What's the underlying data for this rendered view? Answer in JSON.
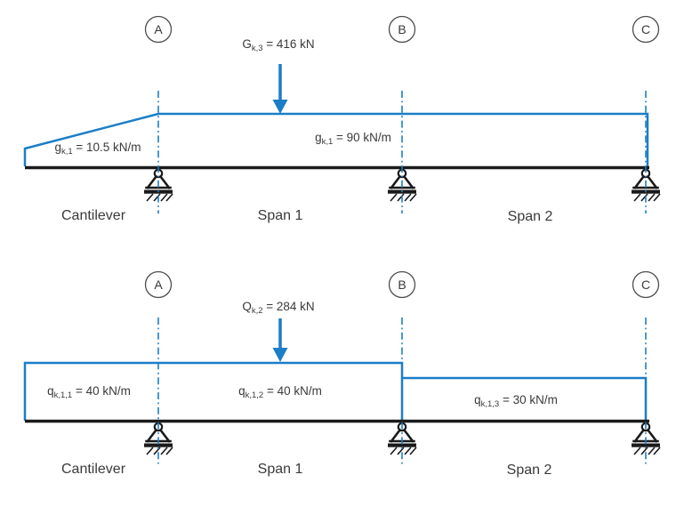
{
  "colors": {
    "accent": "#1B7EC6",
    "beam": "#1A1A1A",
    "text": "#3A3A3A",
    "node_stroke": "#4D4D4D"
  },
  "diagrams": [
    {
      "id": "permanent-loads",
      "nodes": [
        {
          "label": "A"
        },
        {
          "label": "B"
        },
        {
          "label": "C"
        }
      ],
      "point_load": {
        "base": "G",
        "sub": "k,3",
        "rest": " = 416 kN"
      },
      "loads": [
        {
          "base": "g",
          "sub": "k,1",
          "rest": " = 10.5 kN/m"
        },
        {
          "base": "g",
          "sub": "k,1",
          "rest": " = 90 kN/m"
        }
      ],
      "spans": [
        "Cantilever",
        "Span 1",
        "Span 2"
      ]
    },
    {
      "id": "variable-loads",
      "nodes": [
        {
          "label": "A"
        },
        {
          "label": "B"
        },
        {
          "label": "C"
        }
      ],
      "point_load": {
        "base": "Q",
        "sub": "k,2",
        "rest": " = 284 kN"
      },
      "loads": [
        {
          "base": "q",
          "sub": "k,1,1",
          "rest": " = 40 kN/m"
        },
        {
          "base": "q",
          "sub": "k,1,2",
          "rest": " = 40 kN/m"
        },
        {
          "base": "q",
          "sub": "k,1,3",
          "rest": " = 30 kN/m"
        }
      ],
      "spans": [
        "Cantilever",
        "Span 1",
        "Span 2"
      ]
    }
  ]
}
